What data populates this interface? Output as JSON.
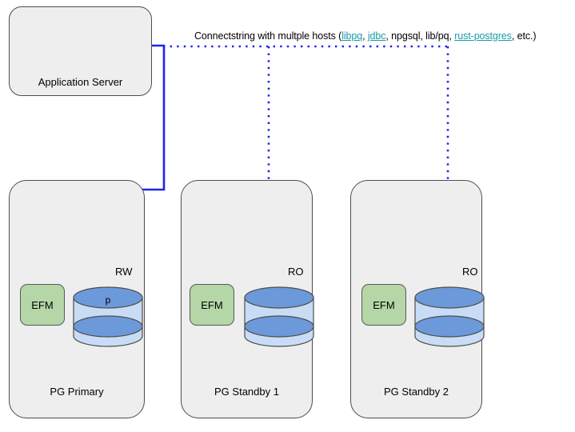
{
  "diagram": {
    "type": "architecture-diagram",
    "caption": {
      "prefix": "Connectstring with multple hosts (",
      "links": [
        {
          "label": "libpq",
          "separator": ", "
        },
        {
          "label": "jdbc",
          "separator": ", "
        }
      ],
      "plain_items": [
        {
          "label": "npgsql",
          "separator": ", "
        },
        {
          "label": "lib/pq",
          "separator": ", "
        }
      ],
      "last_link": {
        "label": "rust-postgres"
      },
      "suffix": ", etc.)"
    },
    "app_server": {
      "label": "Application Server"
    },
    "hosts": [
      {
        "label": "PG Primary",
        "efm_label": "EFM",
        "db_label": "p",
        "mode": "RW",
        "connection": "solid"
      },
      {
        "label": "PG Standby 1",
        "efm_label": "EFM",
        "db_label": "",
        "mode": "RO",
        "connection": "dotted"
      },
      {
        "label": "PG Standby 2",
        "efm_label": "EFM",
        "db_label": "",
        "mode": "RO",
        "connection": "dotted"
      }
    ],
    "colors": {
      "box_fill": "#eeeeee",
      "box_stroke": "#4d4d4d",
      "efm_fill": "#b5d6a7",
      "efm_stroke": "#58585a",
      "cylinder_top": "#6c99d9",
      "cylinder_body": "#c9dcf5",
      "connector": "#2222ee",
      "link_text": "#1a9ba8"
    }
  }
}
